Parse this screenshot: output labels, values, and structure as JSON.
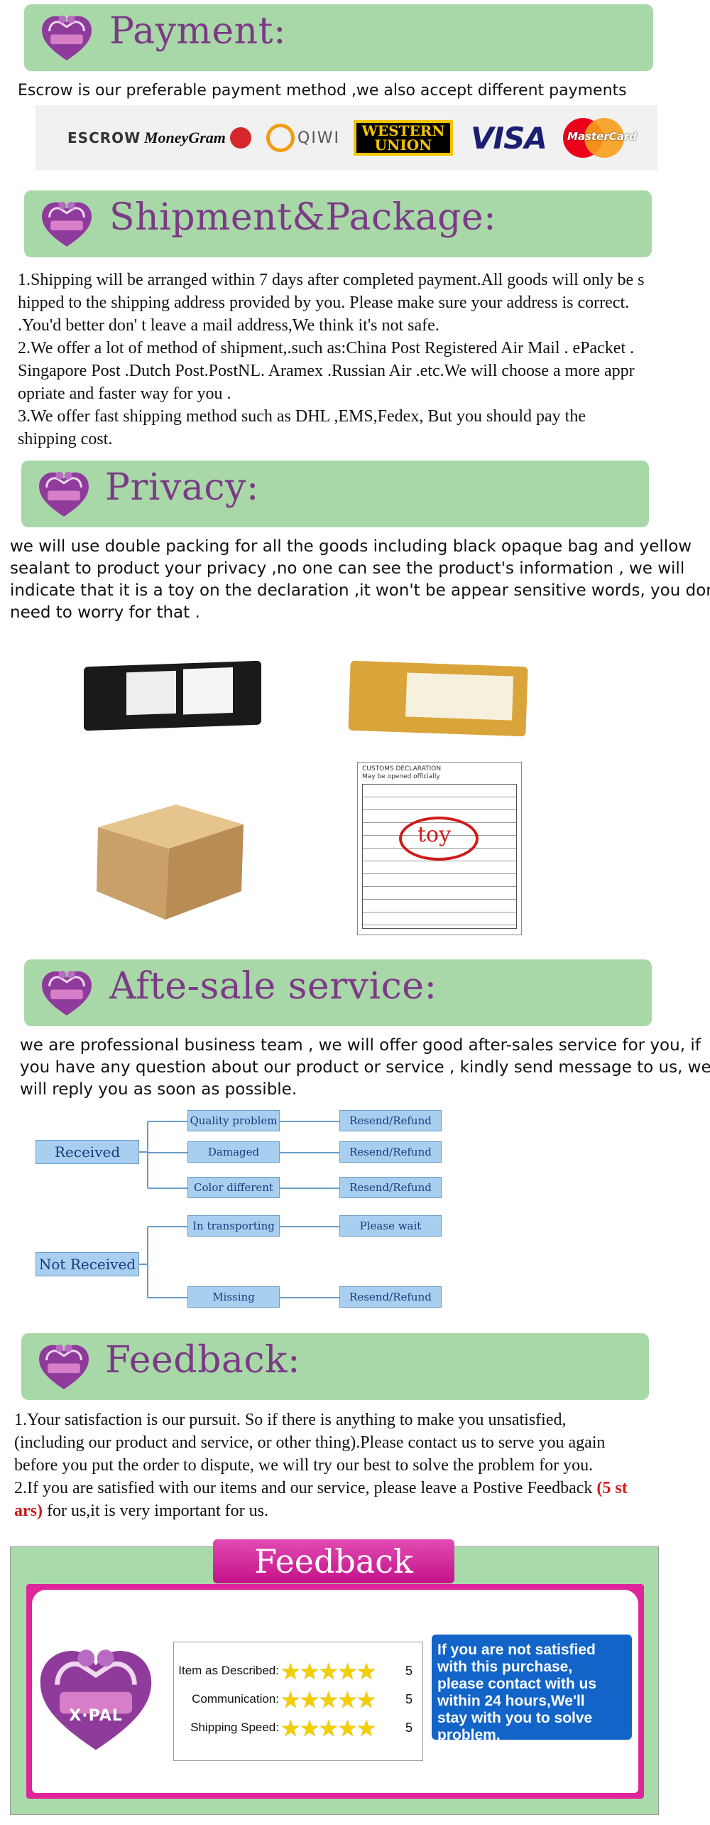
{
  "brand": {
    "logo_text": "X·PAL",
    "colors": {
      "banner_green": "#a9d8a8",
      "title_purple": "#7b3a86",
      "heart_purple": "#8e3b9c",
      "accent_red": "#d11a1a",
      "magenta": "#e0249c",
      "blue": "#1264c8"
    }
  },
  "payment": {
    "title": "Payment:",
    "intro": "Escrow is our preferable payment method ,we also accept different payments",
    "methods": {
      "escrow": "ESCROW",
      "moneygram": "MoneyGram",
      "qiwi": "QIWI",
      "western_union_1": "WESTERN",
      "western_union_2": "UNION",
      "visa": "VISA",
      "mastercard": "MasterCard"
    }
  },
  "shipment": {
    "title": "Shipment&Package:",
    "lines": [
      "1.Shipping will be arranged within 7 days after completed payment.All goods will only be s",
      "hipped to the shipping address provided by you. Please make sure your address is correct.",
      ".You'd better don' t leave a mail address,We think it's not safe.",
      "2.We offer a lot of method of shipment,.such as:China Post Registered Air Mail . ePacket .",
      "Singapore Post .Dutch Post.PostNL. Aramex .Russian Air .etc.We will choose a more appr",
      "opriate and faster way for you .",
      "3.We offer fast shipping method such as DHL ,EMS,Fedex, But you should pay the",
      "shipping cost."
    ]
  },
  "privacy": {
    "title": "Privacy:",
    "lines": [
      "we will use double packing for all the goods including black opaque bag and yellow",
      "sealant to product your privacy ,no one can see the product's information , we will",
      "indicate that it is a toy on the declaration ,it won't be appear sensitive words, you don't",
      "need to worry for that ."
    ],
    "customs_form": {
      "header": "CUSTOMS DECLARATION",
      "sub": "May be opened officially",
      "toy_label": "toy"
    }
  },
  "aftersale": {
    "title": "Afte-sale service:",
    "lines": [
      "we are professional business team , we will offer good after-sales service for you, if",
      "you have any question about our product or service , kindly send message to us, we",
      "will reply you as soon as possible."
    ],
    "flow": {
      "received": "Received",
      "not_received": "Not Received",
      "quality_problem": "Quality problem",
      "damaged": "Damaged",
      "color_different": "Color different",
      "in_transporting": "In transporting",
      "missing": "Missing",
      "resend_refund": "Resend/Refund",
      "please_wait": "Please wait"
    }
  },
  "feedback": {
    "title": "Feedback:",
    "line1": "1.Your satisfaction is our pursuit. So if there is anything to make you unsatisfied,",
    "line2": "(including our product and service, or other thing).Please contact us to serve you again",
    "line3": "before you put the order to dispute, we will try our best to solve the problem for you.",
    "line4_pre": "2.If you are satisfied with our items and our service, please leave a Postive Feedback ",
    "line4_red": "(5 st",
    "line5_red": "ars)",
    "line5_post": " for us,it is very important for us."
  },
  "feedback_card": {
    "tab_title": "Feedback",
    "ratings": [
      {
        "label": "Item as Described",
        "colon": ":",
        "stars": "★★★★★",
        "value": "5"
      },
      {
        "label": "Communication",
        "colon": ":",
        "stars": "★★★★★",
        "value": "5"
      },
      {
        "label": "Shipping Speed",
        "colon": ":",
        "stars": "★★★★★",
        "value": "5"
      }
    ],
    "notice_lines": [
      "If you are not satisfied",
      "with this purchase,",
      "please contact with us",
      "within 24 hours,We'll",
      "stay with you to solve",
      "problem."
    ]
  }
}
